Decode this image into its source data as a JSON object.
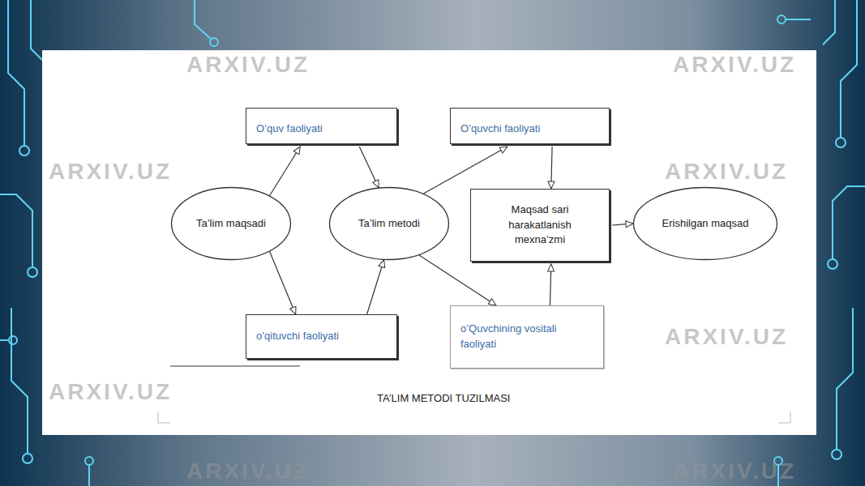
{
  "diagram": {
    "caption": "TA’LIM METODI TUZILMASI",
    "nodes": [
      {
        "text": [
          "O’quv faoliyati"
        ]
      },
      {
        "text": [
          "O’quvchi faoliyati"
        ]
      },
      {
        "text": [
          "Ta’lim maqsadi"
        ]
      },
      {
        "text": [
          "Ta’lim metodi"
        ]
      },
      {
        "text": [
          "Maqsad sari harakatlanish mexna’zmi"
        ]
      },
      {
        "text": [
          "Erishilgan maqsad"
        ]
      },
      {
        "text": [
          "o’qituvchi faoliyati"
        ]
      },
      {
        "text": [
          "o’Quvchining vositali faoliyati"
        ]
      }
    ],
    "edges": [
      {
        "from": 2,
        "to": 0,
        "arrow": "to"
      },
      {
        "from": 0,
        "to": 3,
        "arrow": "to"
      },
      {
        "from": 3,
        "to": 1,
        "arrow": "to"
      },
      {
        "from": 1,
        "to": 4,
        "arrow": "to"
      },
      {
        "from": 4,
        "to": 5,
        "arrow": "to"
      },
      {
        "from": 2,
        "to": 6,
        "arrow": "to"
      },
      {
        "from": 6,
        "to": 3,
        "arrow": "to"
      },
      {
        "from": 3,
        "to": 7,
        "arrow": "to"
      },
      {
        "from": 7,
        "to": 4,
        "arrow": "to"
      }
    ],
    "labels": [
      "ARXIV.UZ",
      "ARXIV.UZ",
      "ARXIV.UZ",
      "ARXIV.UZ",
      "ARXIV.UZ",
      "ARXIV.UZ",
      "ARXIV.UZ",
      "ARXIV.UZ"
    ]
  }
}
